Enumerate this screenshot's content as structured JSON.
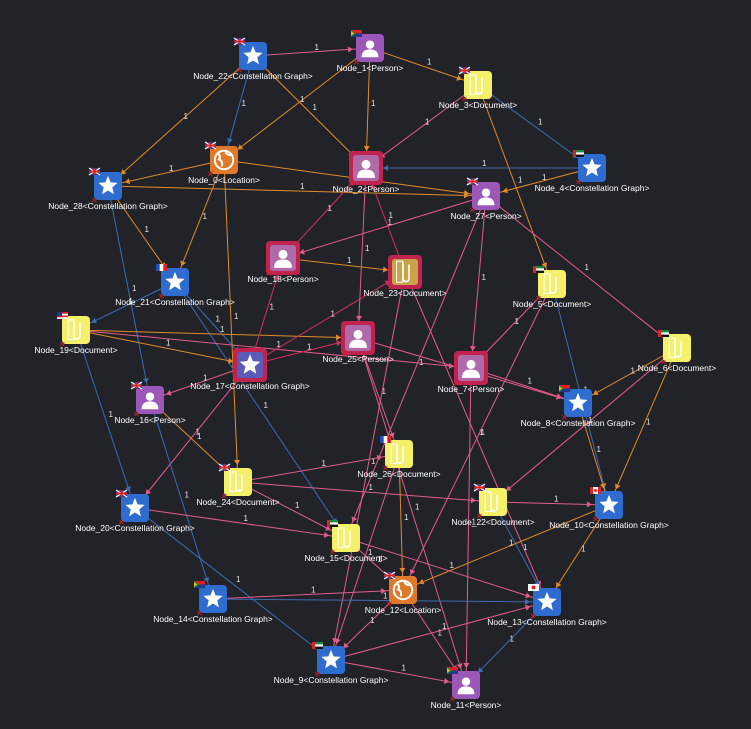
{
  "theme": {
    "background": "#222329",
    "edge_colors": {
      "pink": "#e25c8a",
      "orange": "#e08a2a",
      "blue": "#3d6bb0",
      "red": "#d6305a"
    },
    "node_colors": {
      "Constellation Graph": "#2f6cd0",
      "Person": "#9b58b8",
      "Document": "#f4f06a",
      "Location": "#e0782a",
      "selected": "#c0244e"
    }
  },
  "nodes": [
    {
      "id": "Node_22",
      "label": "Node_22<Constellation Graph>",
      "type": "Constellation Graph",
      "icon": "star-icon",
      "flag": "uk"
    },
    {
      "id": "Node_1",
      "label": "Node_1<Person>",
      "type": "Person",
      "icon": "person-icon",
      "flag": "za"
    },
    {
      "id": "Node_3",
      "label": "Node_3<Document>",
      "type": "Document",
      "icon": "document-icon",
      "flag": "uk"
    },
    {
      "id": "Node_0",
      "label": "Node_0<Location>",
      "type": "Location",
      "icon": "globe-icon",
      "flag": "nz"
    },
    {
      "id": "Node_28",
      "label": "Node_28<Constellation Graph>",
      "type": "Constellation Graph",
      "icon": "star-icon",
      "flag": "nz"
    },
    {
      "id": "Node_2",
      "label": "Node_2<Person>",
      "type": "Person",
      "icon": "person-icon",
      "flag": "",
      "selected": true
    },
    {
      "id": "Node_4",
      "label": "Node_4<Constellation Graph>",
      "type": "Constellation Graph",
      "icon": "star-icon",
      "flag": "ae"
    },
    {
      "id": "Node_27",
      "label": "Node_27<Person>",
      "type": "Person",
      "icon": "person-icon",
      "flag": "uk"
    },
    {
      "id": "Node_18",
      "label": "Node_18<Person>",
      "type": "Person",
      "icon": "person-icon",
      "flag": "",
      "selected": true
    },
    {
      "id": "Node_23",
      "label": "Node_23<Document>",
      "type": "Document",
      "icon": "document-icon",
      "flag": "",
      "selected": true
    },
    {
      "id": "Node_21",
      "label": "Node_21<Constellation Graph>",
      "type": "Constellation Graph",
      "icon": "star-icon",
      "flag": "fr"
    },
    {
      "id": "Node_5",
      "label": "Node_5<Document>",
      "type": "Document",
      "icon": "document-icon",
      "flag": "ae"
    },
    {
      "id": "Node_19",
      "label": "Node_19<Document>",
      "type": "Document",
      "icon": "document-icon",
      "flag": "us"
    },
    {
      "id": "Node_25",
      "label": "Node_25<Person>",
      "type": "Person",
      "icon": "person-icon",
      "flag": "",
      "selected": true
    },
    {
      "id": "Node_6",
      "label": "Node_6<Document>",
      "type": "Document",
      "icon": "document-icon",
      "flag": "ae"
    },
    {
      "id": "Node_17",
      "label": "Node_17<Constellation Graph>",
      "type": "Constellation Graph",
      "icon": "star-icon",
      "flag": "",
      "selected": true
    },
    {
      "id": "Node_7",
      "label": "Node_7<Person>",
      "type": "Person",
      "icon": "person-icon",
      "flag": "",
      "selected": true
    },
    {
      "id": "Node_16",
      "label": "Node_16<Person>",
      "type": "Person",
      "icon": "person-icon",
      "flag": "uk"
    },
    {
      "id": "Node_8",
      "label": "Node_8<Constellation Graph>",
      "type": "Constellation Graph",
      "icon": "star-icon",
      "flag": "za"
    },
    {
      "id": "Node_26",
      "label": "Node_26<Document>",
      "type": "Document",
      "icon": "document-icon",
      "flag": "fr"
    },
    {
      "id": "Node_24",
      "label": "Node_24<Document>",
      "type": "Document",
      "icon": "document-icon",
      "flag": "uk"
    },
    {
      "id": "Node_22b",
      "label": "Node_22<Document>",
      "type": "Document",
      "icon": "document-icon",
      "flag": "uk"
    },
    {
      "id": "Node_20",
      "label": "Node_20<Constellation Graph>",
      "type": "Constellation Graph",
      "icon": "star-icon",
      "flag": "uk"
    },
    {
      "id": "Node_10",
      "label": "Node_10<Constellation Graph>",
      "type": "Constellation Graph",
      "icon": "star-icon",
      "flag": "ca"
    },
    {
      "id": "Node_15",
      "label": "Node_15<Document>",
      "type": "Document",
      "icon": "document-icon",
      "flag": "ae"
    },
    {
      "id": "Node_14",
      "label": "Node_14<Constellation Graph>",
      "type": "Constellation Graph",
      "icon": "star-icon",
      "flag": "za"
    },
    {
      "id": "Node_12",
      "label": "Node_12<Location>",
      "type": "Location",
      "icon": "globe-icon",
      "flag": "uk"
    },
    {
      "id": "Node_13",
      "label": "Node_13<Constellation Graph>",
      "type": "Constellation Graph",
      "icon": "star-icon",
      "flag": "jp"
    },
    {
      "id": "Node_9",
      "label": "Node_9<Constellation Graph>",
      "type": "Constellation Graph",
      "icon": "star-icon",
      "flag": "ae"
    },
    {
      "id": "Node_11",
      "label": "Node_11<Person>",
      "type": "Person",
      "icon": "person-icon",
      "flag": "za"
    }
  ],
  "edges": [
    {
      "from": "Node_22",
      "to": "Node_1",
      "label": "1",
      "color": "pink"
    },
    {
      "from": "Node_1",
      "to": "Node_3",
      "label": "1",
      "color": "orange"
    },
    {
      "from": "Node_1",
      "to": "Node_2",
      "label": "1",
      "color": "orange"
    },
    {
      "from": "Node_22",
      "to": "Node_28",
      "label": "1",
      "color": "orange"
    },
    {
      "from": "Node_22",
      "to": "Node_0",
      "label": "1",
      "color": "blue"
    },
    {
      "from": "Node_22",
      "to": "Node_2",
      "label": "1",
      "color": "orange"
    },
    {
      "from": "Node_3",
      "to": "Node_4",
      "label": "1",
      "color": "blue"
    },
    {
      "from": "Node_3",
      "to": "Node_2",
      "label": "1",
      "color": "pink"
    },
    {
      "from": "Node_3",
      "to": "Node_5",
      "label": "1",
      "color": "orange"
    },
    {
      "from": "Node_0",
      "to": "Node_28",
      "label": "1",
      "color": "orange"
    },
    {
      "from": "Node_0",
      "to": "Node_27",
      "label": "1",
      "color": "orange"
    },
    {
      "from": "Node_0",
      "to": "Node_21",
      "label": "1",
      "color": "orange"
    },
    {
      "from": "Node_0",
      "to": "Node_24",
      "label": "1",
      "color": "orange"
    },
    {
      "from": "Node_4",
      "to": "Node_27",
      "label": "1",
      "color": "orange"
    },
    {
      "from": "Node_4",
      "to": "Node_2",
      "label": "1",
      "color": "blue"
    },
    {
      "from": "Node_28",
      "to": "Node_27",
      "label": "1",
      "color": "orange"
    },
    {
      "from": "Node_28",
      "to": "Node_21",
      "label": "1",
      "color": "orange"
    },
    {
      "from": "Node_28",
      "to": "Node_16",
      "label": "1",
      "color": "blue"
    },
    {
      "from": "Node_18",
      "to": "Node_2",
      "label": "1",
      "color": "red"
    },
    {
      "from": "Node_23",
      "to": "Node_2",
      "label": "1",
      "color": "red"
    },
    {
      "from": "Node_18",
      "to": "Node_23",
      "label": "1",
      "color": "orange"
    },
    {
      "from": "Node_27",
      "to": "Node_18",
      "label": "1",
      "color": "pink"
    },
    {
      "from": "Node_27",
      "to": "Node_6",
      "label": "1",
      "color": "pink"
    },
    {
      "from": "Node_27",
      "to": "Node_7",
      "label": "1",
      "color": "pink"
    },
    {
      "from": "Node_27",
      "to": "Node_15",
      "label": "1",
      "color": "pink"
    },
    {
      "from": "Node_21",
      "to": "Node_19",
      "label": "1",
      "color": "blue"
    },
    {
      "from": "Node_21",
      "to": "Node_17",
      "label": "1",
      "color": "blue"
    },
    {
      "from": "Node_21",
      "to": "Node_15",
      "label": "1",
      "color": "blue"
    },
    {
      "from": "Node_19",
      "to": "Node_25",
      "label": "1",
      "color": "orange"
    },
    {
      "from": "Node_19",
      "to": "Node_17",
      "label": "1",
      "color": "orange"
    },
    {
      "from": "Node_19",
      "to": "Node_20",
      "label": "1",
      "color": "blue"
    },
    {
      "from": "Node_19",
      "to": "Node_7",
      "label": "1",
      "color": "pink"
    },
    {
      "from": "Node_17",
      "to": "Node_18",
      "label": "1",
      "color": "red"
    },
    {
      "from": "Node_17",
      "to": "Node_25",
      "label": "1",
      "color": "red"
    },
    {
      "from": "Node_17",
      "to": "Node_23",
      "label": "1",
      "color": "red"
    },
    {
      "from": "Node_17",
      "to": "Node_16",
      "label": "1",
      "color": "pink"
    },
    {
      "from": "Node_17",
      "to": "Node_20",
      "label": "1",
      "color": "pink"
    },
    {
      "from": "Node_25",
      "to": "Node_26",
      "label": "1",
      "color": "pink"
    },
    {
      "from": "Node_25",
      "to": "Node_8",
      "label": "1",
      "color": "pink"
    },
    {
      "from": "Node_25",
      "to": "Node_11",
      "label": "1",
      "color": "pink"
    },
    {
      "from": "Node_23",
      "to": "Node_9",
      "label": "1",
      "color": "pink"
    },
    {
      "from": "Node_23",
      "to": "Node_13",
      "label": "1",
      "color": "pink"
    },
    {
      "from": "Node_5",
      "to": "Node_7",
      "label": "1",
      "color": "pink"
    },
    {
      "from": "Node_5",
      "to": "Node_10",
      "label": "1",
      "color": "blue"
    },
    {
      "from": "Node_5",
      "to": "Node_12",
      "label": "1",
      "color": "pink"
    },
    {
      "from": "Node_6",
      "to": "Node_8",
      "label": "1",
      "color": "orange"
    },
    {
      "from": "Node_6",
      "to": "Node_10",
      "label": "1",
      "color": "orange"
    },
    {
      "from": "Node_6",
      "to": "Node_22b",
      "label": "1",
      "color": "pink"
    },
    {
      "from": "Node_7",
      "to": "Node_8",
      "label": "1",
      "color": "pink"
    },
    {
      "from": "Node_7",
      "to": "Node_11",
      "label": "1",
      "color": "pink"
    },
    {
      "from": "Node_16",
      "to": "Node_14",
      "label": "1",
      "color": "blue"
    },
    {
      "from": "Node_16",
      "to": "Node_24",
      "label": "1",
      "color": "orange"
    },
    {
      "from": "Node_24",
      "to": "Node_26",
      "label": "1",
      "color": "pink"
    },
    {
      "from": "Node_24",
      "to": "Node_22b",
      "label": "1",
      "color": "pink"
    },
    {
      "from": "Node_24",
      "to": "Node_15",
      "label": "1",
      "color": "pink"
    },
    {
      "from": "Node_26",
      "to": "Node_12",
      "label": "1",
      "color": "orange"
    },
    {
      "from": "Node_26",
      "to": "Node_9",
      "label": "1",
      "color": "pink"
    },
    {
      "from": "Node_22b",
      "to": "Node_10",
      "label": "1",
      "color": "pink"
    },
    {
      "from": "Node_22b",
      "to": "Node_13",
      "label": "1",
      "color": "blue"
    },
    {
      "from": "Node_20",
      "to": "Node_15",
      "label": "1",
      "color": "pink"
    },
    {
      "from": "Node_20",
      "to": "Node_9",
      "label": "1",
      "color": "blue"
    },
    {
      "from": "Node_10",
      "to": "Node_12",
      "label": "1",
      "color": "orange"
    },
    {
      "from": "Node_10",
      "to": "Node_13",
      "label": "1",
      "color": "orange"
    },
    {
      "from": "Node_15",
      "to": "Node_13",
      "label": "1",
      "color": "pink"
    },
    {
      "from": "Node_15",
      "to": "Node_12",
      "label": "1",
      "color": "pink"
    },
    {
      "from": "Node_14",
      "to": "Node_12",
      "label": "1",
      "color": "pink"
    },
    {
      "from": "Node_14",
      "to": "Node_13",
      "label": "1",
      "color": "blue"
    },
    {
      "from": "Node_12",
      "to": "Node_9",
      "label": "1",
      "color": "pink"
    },
    {
      "from": "Node_12",
      "to": "Node_11",
      "label": "1",
      "color": "pink"
    },
    {
      "from": "Node_13",
      "to": "Node_11",
      "label": "1",
      "color": "blue"
    },
    {
      "from": "Node_9",
      "to": "Node_11",
      "label": "1",
      "color": "pink"
    },
    {
      "from": "Node_9",
      "to": "Node_13",
      "label": "1",
      "color": "pink"
    },
    {
      "from": "Node_8",
      "to": "Node_10",
      "label": "1",
      "color": "orange"
    },
    {
      "from": "Node_2",
      "to": "Node_25",
      "label": "1",
      "color": "pink"
    },
    {
      "from": "Node_1",
      "to": "Node_0",
      "label": "1",
      "color": "orange"
    }
  ]
}
